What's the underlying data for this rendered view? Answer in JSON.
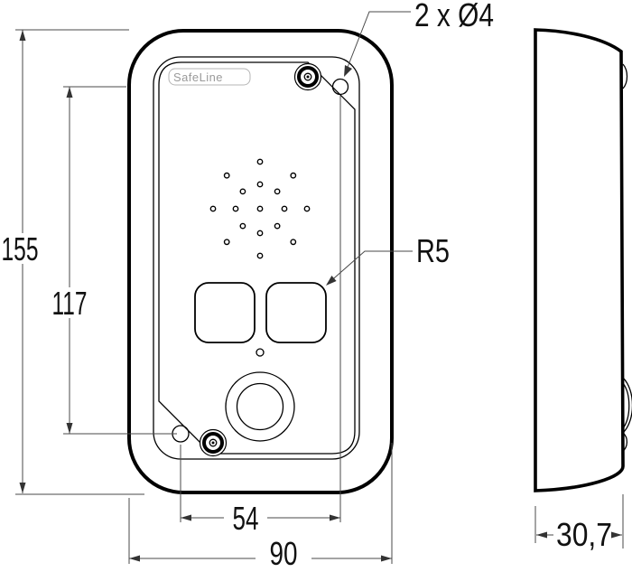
{
  "views": {
    "front": {
      "brand_label": "SafeLine"
    },
    "side": {}
  },
  "annotations": {
    "holes_label": "2 x Ø4",
    "radius_label": "R5"
  },
  "dimensions": {
    "overall_height": "155",
    "hole_pitch_vertical": "117",
    "hole_pitch_horizontal": "54",
    "overall_width": "90",
    "depth": "30,7"
  },
  "colors": {
    "background": "#ffffff",
    "drawing_line": "#000000",
    "dimension_line": "#4a4a4a",
    "text": "#111111",
    "brand_text": "#9a9a9a"
  }
}
